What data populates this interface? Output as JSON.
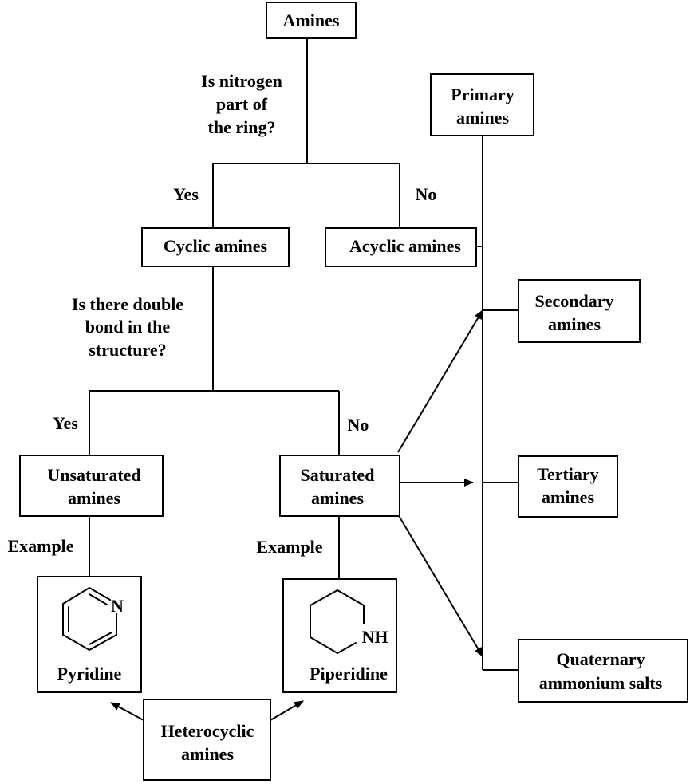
{
  "nodes": {
    "amines": "Amines",
    "primary": [
      "Primary",
      "amines"
    ],
    "cyclic": "Cyclic amines",
    "acyclic": "Acyclic amines",
    "secondary": [
      "Secondary",
      "amines"
    ],
    "unsaturated": [
      "Unsaturated",
      "amines"
    ],
    "saturated": [
      "Saturated",
      "amines"
    ],
    "tertiary": [
      "Tertiary",
      "amines"
    ],
    "quaternary": [
      "Quaternary",
      "ammonium salts"
    ],
    "pyridine": "Pyridine",
    "piperidine": "Piperidine",
    "heterocyclic": [
      "Heterocyclic",
      "amines"
    ]
  },
  "questions": {
    "ring": [
      "Is nitrogen",
      "part of",
      "the ring?"
    ],
    "double_bond": [
      "Is there double",
      "bond in the",
      "structure?"
    ]
  },
  "branch_labels": {
    "ring_yes": "Yes",
    "ring_no": "No",
    "bond_yes": "Yes",
    "bond_no": "No",
    "example_left": "Example",
    "example_right": "Example"
  },
  "atoms": {
    "pyridine_n": "N",
    "piperidine_nh": "NH"
  }
}
